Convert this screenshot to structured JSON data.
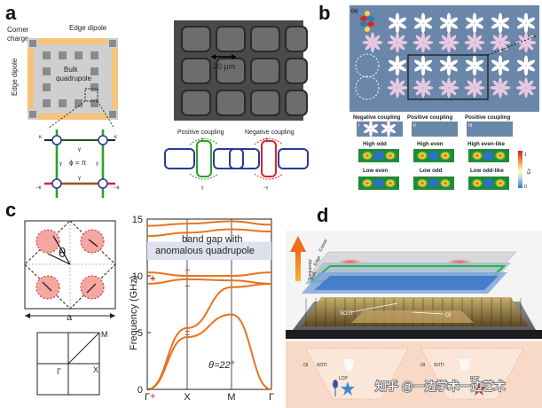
{
  "panel_a": {
    "label": "a",
    "corner_charge": [
      "Corner",
      "charge"
    ],
    "edge_dipole_top": "Edge dipole",
    "edge_dipole_left": "Edge dipole",
    "bulk": [
      "Bulk",
      "quadrupole"
    ],
    "phi": "ϕ = π",
    "gamma": "γ",
    "kappa": "κ",
    "neg_kappa": "−κ",
    "neg_gamma": "−γ",
    "scale_bar": "20 μm",
    "positive_coupling": "Positive coupling",
    "negative_coupling": "Negative coupling"
  },
  "panel_b": {
    "label": "b",
    "sub_label": "(a)",
    "coupling_headers": [
      "Negative coupling",
      "Positive coupling",
      "Positive coupling"
    ],
    "roman": [
      "I",
      "II",
      "III"
    ],
    "mode_labels_row1": [
      "High odd",
      "High even",
      "High even-like"
    ],
    "mode_labels_row2": [
      "Low even",
      "Low odd",
      "Low odd-like"
    ],
    "colorbar_label": "Ez",
    "colorbar_ticks": [
      "1",
      "0"
    ]
  },
  "panel_c": {
    "label": "c",
    "theta": "θ",
    "lattice_const": "a",
    "bz_labels": {
      "m": "M",
      "gamma": "Γ",
      "x": "X"
    },
    "chart_data": {
      "type": "line",
      "ylabel": "Frequency (GHz)",
      "ylim": [
        0,
        15
      ],
      "yticks": [
        "0",
        "5",
        "10",
        "15"
      ],
      "xticks": [
        "Γ",
        "X",
        "M",
        "Γ"
      ],
      "annotation": [
        "band gap with",
        "anomalous quadrupole"
      ],
      "gap": [
        11.4,
        13.0
      ],
      "theta_label": "θ=22°",
      "parity_signs": [
        "+",
        "−",
        "−",
        "+",
        "−",
        "+",
        "+"
      ],
      "bands": [
        {
          "values": [
            9.3,
            9.7,
            9.6,
            9.3
          ]
        },
        {
          "values": [
            10.3,
            10.0,
            10.0,
            10.3
          ]
        },
        {
          "values": [
            13.5,
            13.8,
            14.1,
            13.9
          ]
        },
        {
          "values": [
            14.4,
            14.6,
            14.8,
            14.5
          ]
        },
        {
          "values": [
            0.0,
            4.6,
            6.6,
            0.0
          ]
        },
        {
          "values": [
            0.0,
            5.4,
            9.0,
            9.3
          ]
        }
      ]
    }
  },
  "panel_d": {
    "label": "d",
    "frequency": "Frequency",
    "layers": [
      "Corner",
      "Edge",
      "Bulk"
    ],
    "soti": "SOTI",
    "oi": "OI",
    "bottom_left": [
      "OI",
      "SOTI",
      "LCP"
    ],
    "bottom_right": [
      "OI",
      "SOTI",
      "RCP"
    ],
    "watermark": "知乎 @一边学术一边艺术"
  }
}
